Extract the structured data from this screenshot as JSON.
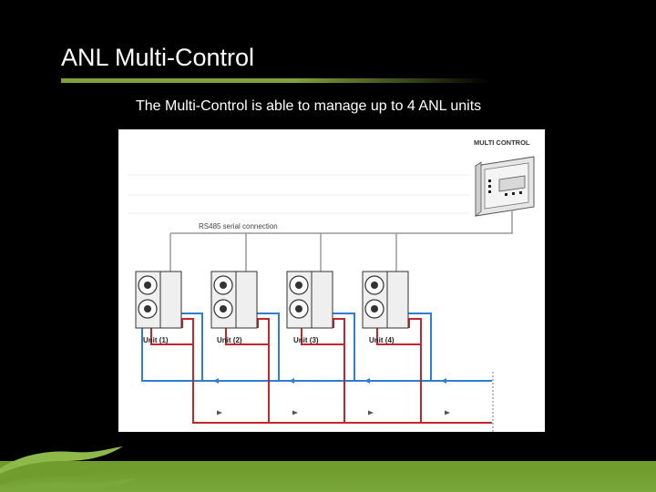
{
  "slide": {
    "title": "ANL Multi-Control",
    "subtitle": "The Multi-Control is able to manage up to 4 ANL units"
  },
  "diagram": {
    "controller_label": "MULTI CONTROL",
    "bus_label": "RS485 serial connection",
    "units": [
      {
        "label": "Unit (1)"
      },
      {
        "label": "Unit (2)"
      },
      {
        "label": "Unit (3)"
      },
      {
        "label": "Unit (4)"
      }
    ],
    "colors": {
      "supply_line": "#c0282e",
      "return_line": "#2f7fd0",
      "wiring": "#9a9a9a",
      "brand_green": "#7aa83a"
    }
  },
  "icons": {
    "footer_logo": "green-wave-logo-icon",
    "controller": "wall-controller-icon",
    "unit": "heat-pump-unit-icon"
  }
}
